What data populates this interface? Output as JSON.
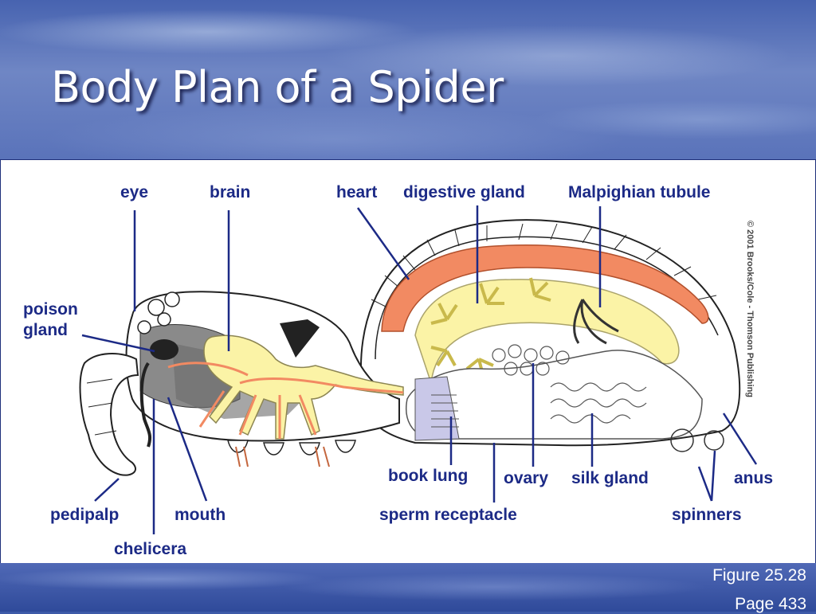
{
  "slide": {
    "title": "Body Plan of a Spider",
    "figure_ref": "Figure 25.28",
    "page_ref": "Page 433"
  },
  "diagram": {
    "copyright": "© 2001 Brooks/Cole - Thomson Publishing",
    "labels": {
      "eye": "eye",
      "brain": "brain",
      "heart": "heart",
      "digestive_gland": "digestive gland",
      "malpighian_tubule": "Malpighian tubule",
      "poison_gland_line1": "poison",
      "poison_gland_line2": "gland",
      "book_lung": "book lung",
      "ovary": "ovary",
      "silk_gland": "silk gland",
      "anus": "anus",
      "pedipalp": "pedipalp",
      "mouth": "mouth",
      "sperm_receptacle": "sperm receptacle",
      "spinners": "spinners",
      "chelicera": "chelicera"
    }
  },
  "colors": {
    "label_text": "#1c2a86",
    "leader_line": "#1c2a86",
    "heart": "#f28a62",
    "digestive_gland": "#fbf3a6",
    "book_lung": "#c9c8e8",
    "nervous_system": "#fbf3a6",
    "title_text": "#ffffff"
  }
}
